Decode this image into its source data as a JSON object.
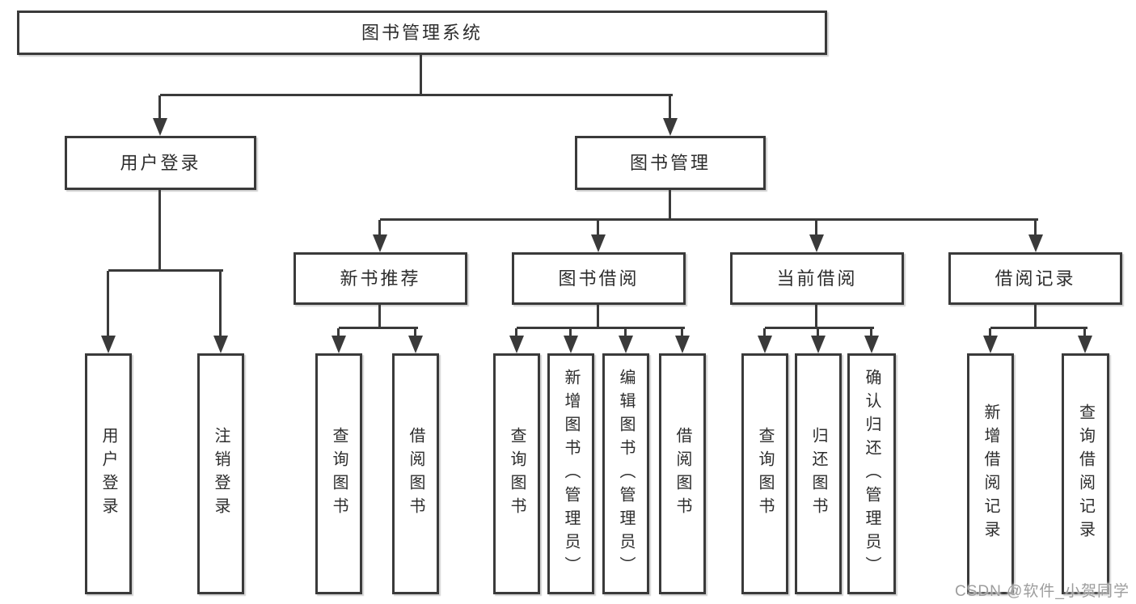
{
  "tree": {
    "root": {
      "label": "图书管理系统"
    },
    "branches": [
      {
        "label": "用户登录",
        "children": [
          {
            "label": "用户登录"
          },
          {
            "label": "注销登录"
          }
        ]
      },
      {
        "label": "图书管理",
        "children": [
          {
            "label": "新书推荐",
            "children": [
              {
                "label": "查询图书"
              },
              {
                "label": "借阅图书"
              }
            ]
          },
          {
            "label": "图书借阅",
            "children": [
              {
                "label": "查询图书"
              },
              {
                "label": "新增图书（管理员）"
              },
              {
                "label": "编辑图书（管理员）"
              },
              {
                "label": "借阅图书"
              }
            ]
          },
          {
            "label": "当前借阅",
            "children": [
              {
                "label": "查询图书"
              },
              {
                "label": "归还图书"
              },
              {
                "label": "确认归还（管理员）"
              }
            ]
          },
          {
            "label": "借阅记录",
            "children": [
              {
                "label": "新增借阅记录"
              },
              {
                "label": "查询借阅记录"
              }
            ]
          }
        ]
      }
    ]
  },
  "watermark": "CSDN @软件_小贺同学",
  "colors": {
    "line": "#3a3a3a",
    "text": "#2d2d2d",
    "watermark": "#9d9d9d",
    "background": "#ffffff"
  }
}
